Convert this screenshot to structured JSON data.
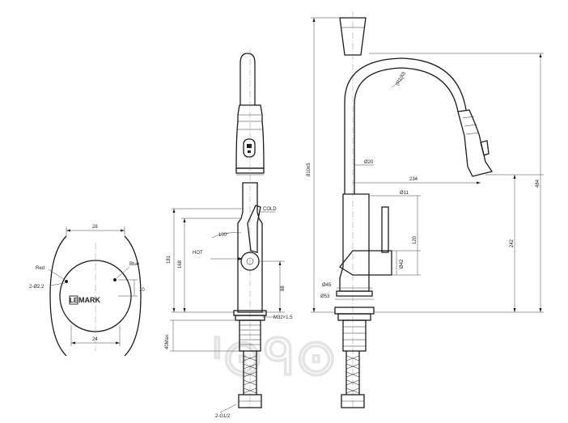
{
  "brand": {
    "logo_prefix": "LE",
    "logo_suffix": "MARK"
  },
  "watermark": "ᑊ⊙ᑫ⊙",
  "labels": {
    "red": "Red",
    "blue": "Blue",
    "cold": "COLD",
    "hot": "HOT",
    "angle_100": "100°",
    "radius_100": "(R100)",
    "thread_m32": "M32×1.5",
    "thread_g12": "2-G1/2",
    "holes": "2-Ø2.2",
    "max40": "40Max."
  },
  "dimensions": {
    "base_top_width": "28",
    "base_bottom_width": "24",
    "hole_spacing": "10",
    "front_181": "181",
    "front_168": "168",
    "front_88": "88",
    "side_total": "810±5",
    "side_484": "484",
    "side_242": "242",
    "side_234": "234",
    "side_120": "120",
    "dia_20": "Ø20",
    "dia_11": "Ø11",
    "dia_42": "Ø42",
    "dia_45": "Ø45",
    "dia_53": "Ø53"
  }
}
